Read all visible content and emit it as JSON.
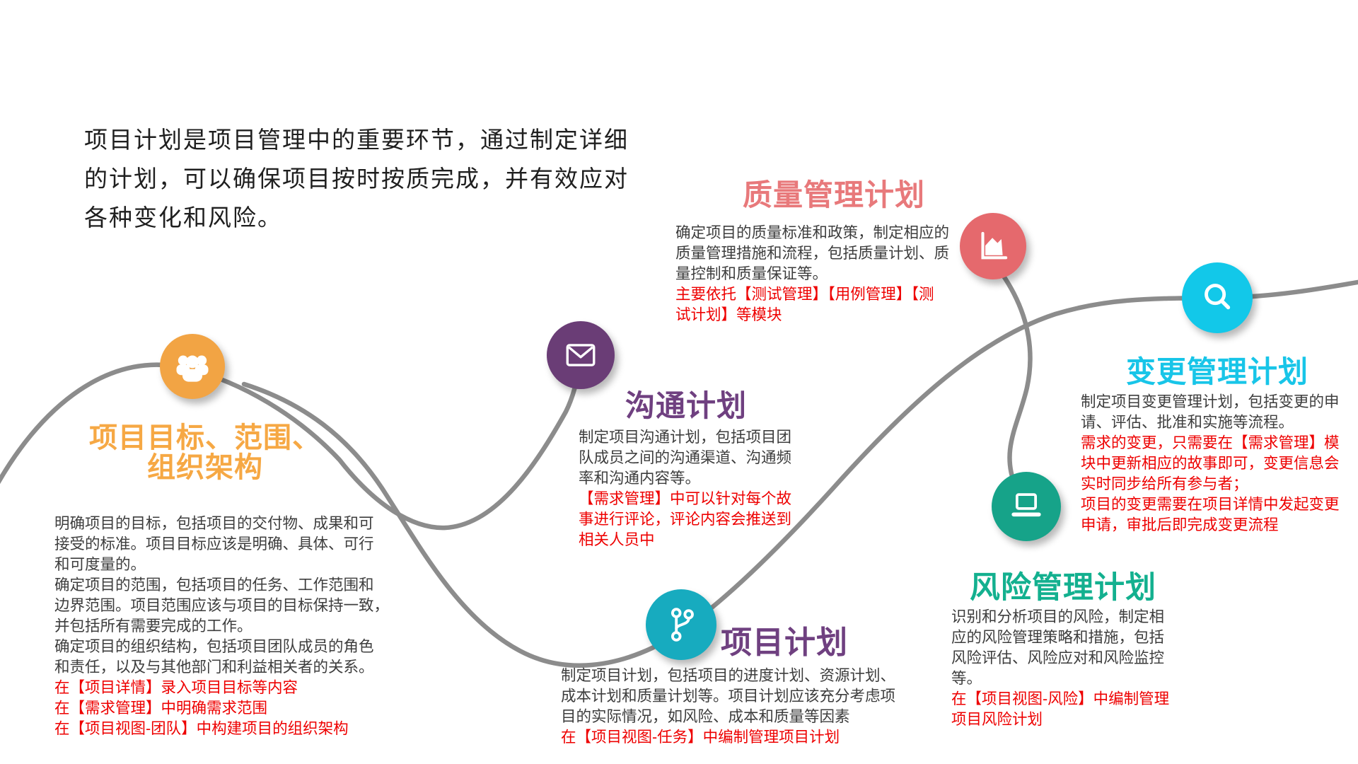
{
  "intro": "项目计划是项目管理中的重要环节，通过制定详细\n的计划，可以确保项目按时按质完成，并有效应对\n各种变化和风险。",
  "colors": {
    "wave": "#8C8C8C",
    "note_red": "#EE0000",
    "body_text": "#3D3D3D"
  },
  "nodes": [
    {
      "icon": "people-icon",
      "color": "#F2A444"
    },
    {
      "icon": "envelope-icon",
      "color": "#6A3D76"
    },
    {
      "icon": "area-chart-icon",
      "color": "#E5696D"
    },
    {
      "icon": "git-branch-icon",
      "color": "#17ABBF"
    },
    {
      "icon": "laptop-icon",
      "color": "#16A389"
    },
    {
      "icon": "search-icon",
      "color": "#12C8E9"
    }
  ],
  "sections": [
    {
      "title": "项目目标、范围、\n组织架构",
      "accent": "#F6A844",
      "body": "明确项目的目标，包括项目的交付物、成果和可\n接受的标准。项目目标应该是明确、具体、可行\n和可度量的。\n确定项目的范围，包括项目的任务、工作范围和\n边界范围。项目范围应该与项目的目标保持一致，\n并包括所有需要完成的工作。\n确定项目的组织结构，包括项目团队成员的角色\n和责任，以及与其他部门和利益相关者的关系。",
      "notes": "在【项目详情】录入项目目标等内容\n在【需求管理】中明确需求范围\n在【项目视图-团队】中构建项目的组织架构"
    },
    {
      "title": "沟通计划",
      "accent": "#6F4080",
      "body": "制定项目沟通计划，包括项目团\n队成员之间的沟通渠道、沟通频\n率和沟通内容等。",
      "notes": "【需求管理】中可以针对每个故\n事进行评论，评论内容会推送到\n相关人员中"
    },
    {
      "title": "质量管理计划",
      "accent": "#E8797B",
      "body": "确定项目的质量标准和政策，制定相应的\n质量管理措施和流程，包括质量计划、质\n量控制和质量保证等。",
      "notes": "主要依托【测试管理】【用例管理】【测\n试计划】等模块"
    },
    {
      "title": "项目计划",
      "accent": "#6F4080",
      "body": "制定项目计划，包括项目的进度计划、资源计划、\n成本计划和质量计划等。项目计划应该充分考虑项\n目的实际情况，如风险、成本和质量等因素",
      "notes": "在【项目视图-任务】中编制管理项目计划"
    },
    {
      "title": "风险管理计划",
      "accent": "#13B08F",
      "body": "识别和分析项目的风险，制定相\n应的风险管理策略和措施，包括\n风险评估、风险应对和风险监控\n等。",
      "notes": "在【项目视图-风险】中编制管理\n项目风险计划"
    },
    {
      "title": "变更管理计划",
      "accent": "#18C5E8",
      "body": "制定项目变更管理计划，包括变更的申\n请、评估、批准和实施等流程。",
      "notes": "需求的变更，只需要在【需求管理】模\n块中更新相应的故事即可，变更信息会\n实时同步给所有参与者；\n项目的变更需要在项目详情中发起变更\n申请，审批后即完成变更流程"
    }
  ]
}
